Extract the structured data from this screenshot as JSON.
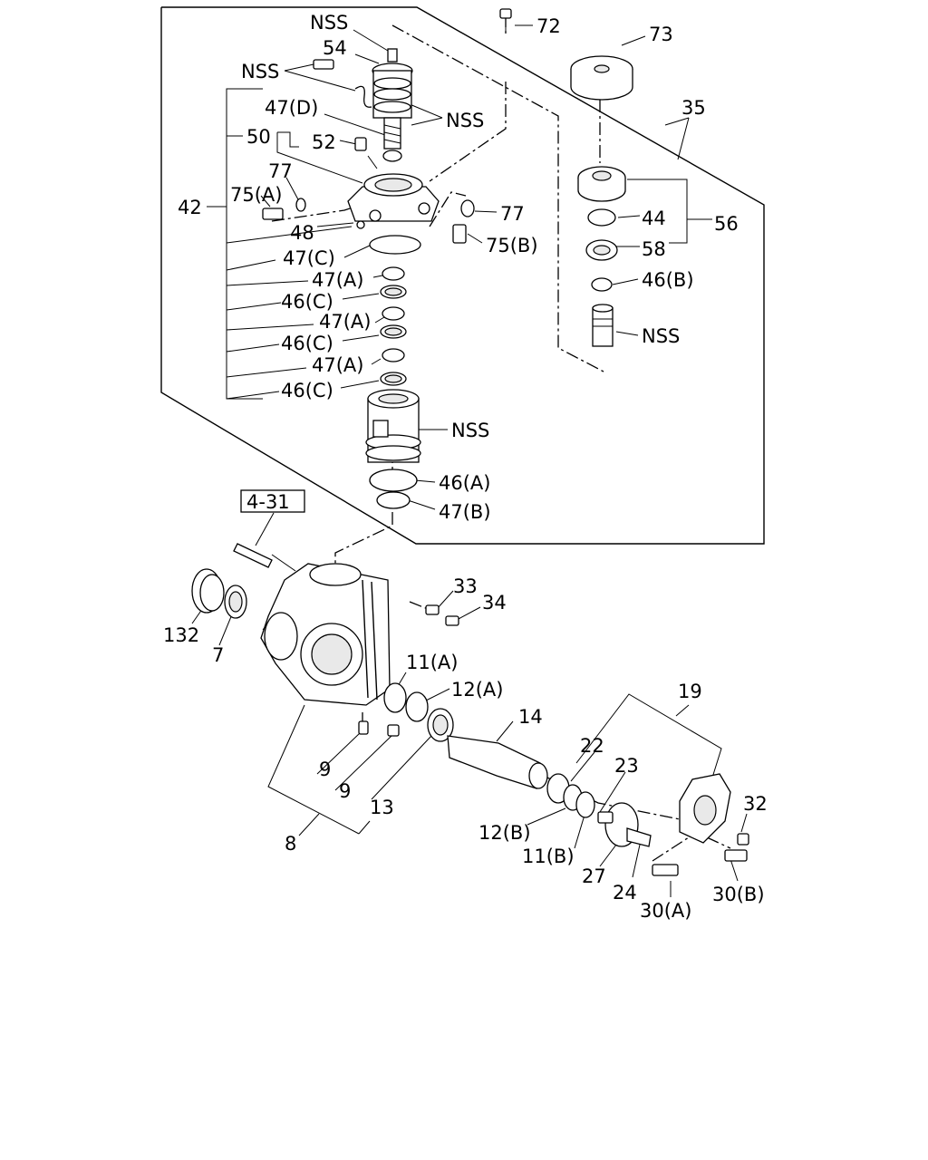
{
  "labels": {
    "l_nss_top": "NSS",
    "l_54": "54",
    "l_nss_left": "NSS",
    "l_47d": "47(D)",
    "l_nss_mid": "NSS",
    "l_50": "50",
    "l_52": "52",
    "l_77_left": "77",
    "l_75a": "75(A)",
    "l_42": "42",
    "l_77_right": "77",
    "l_48": "48",
    "l_75b": "75(B)",
    "l_47c": "47(C)",
    "l_47a_1": "47(A)",
    "l_46c_1": "46(C)",
    "l_47a_2": "47(A)",
    "l_46c_2": "46(C)",
    "l_47a_3": "47(A)",
    "l_46c_3": "46(C)",
    "l_nss_valve": "NSS",
    "l_46a": "46(A)",
    "l_47b": "47(B)",
    "l_72": "72",
    "l_73": "73",
    "l_35": "35",
    "l_44": "44",
    "l_56": "56",
    "l_58": "58",
    "l_46b": "46(B)",
    "l_nss_shaft": "NSS",
    "l_4_31": "4-31",
    "l_33": "33",
    "l_34": "34",
    "l_132": "132",
    "l_7": "7",
    "l_11a": "11(A)",
    "l_12a": "12(A)",
    "l_14": "14",
    "l_19": "19",
    "l_22": "22",
    "l_23": "23",
    "l_9_left": "9",
    "l_9_right": "9",
    "l_13": "13",
    "l_32": "32",
    "l_12b": "12(B)",
    "l_11b": "11(B)",
    "l_27": "27",
    "l_8": "8",
    "l_24": "24",
    "l_30a": "30(A)",
    "l_30b": "30(B)"
  }
}
